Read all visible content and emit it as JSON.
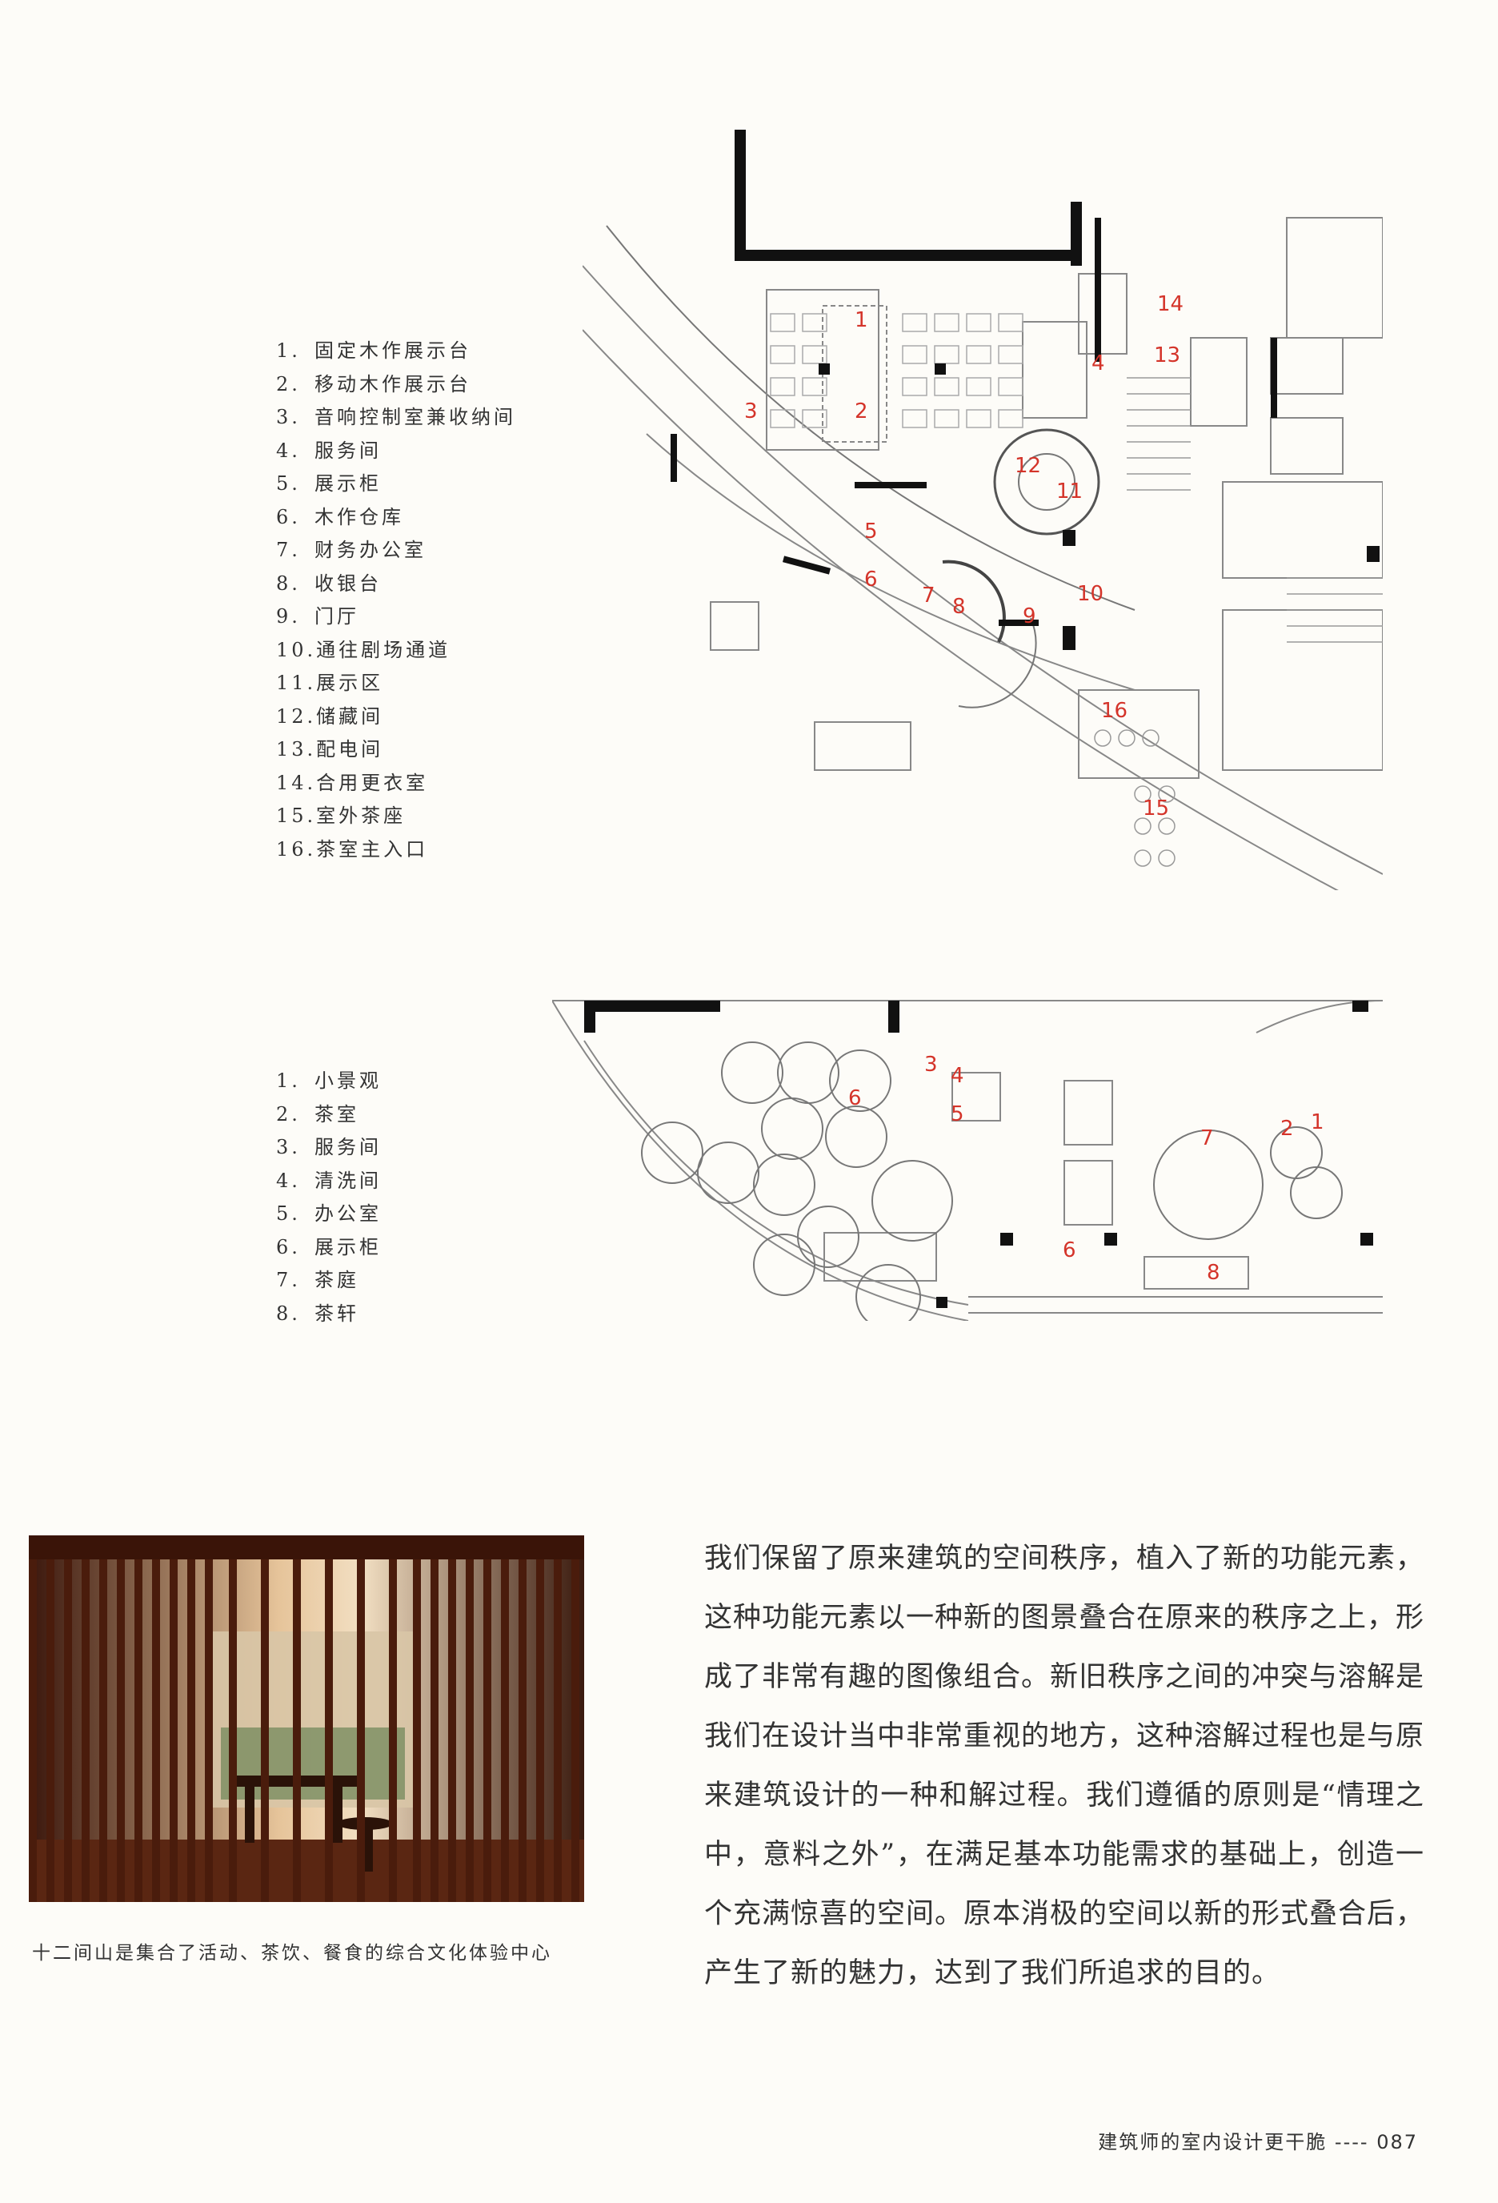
{
  "legend_upper": [
    {
      "num": "1.",
      "label": "固定木作展示台"
    },
    {
      "num": "2.",
      "label": "移动木作展示台"
    },
    {
      "num": "3.",
      "label": "音响控制室兼收纳间"
    },
    {
      "num": "4.",
      "label": "服务间"
    },
    {
      "num": "5.",
      "label": "展示柜"
    },
    {
      "num": "6.",
      "label": "木作仓库"
    },
    {
      "num": "7.",
      "label": "财务办公室"
    },
    {
      "num": "8.",
      "label": "收银台"
    },
    {
      "num": "9.",
      "label": "门厅"
    },
    {
      "num": "10.",
      "label": "通往剧场通道"
    },
    {
      "num": "11.",
      "label": "展示区"
    },
    {
      "num": "12.",
      "label": "储藏间"
    },
    {
      "num": "13.",
      "label": "配电间"
    },
    {
      "num": "14.",
      "label": "合用更衣室"
    },
    {
      "num": "15.",
      "label": "室外茶座"
    },
    {
      "num": "16.",
      "label": "茶室主入口"
    }
  ],
  "legend_lower": [
    {
      "num": "1.",
      "label": "小景观"
    },
    {
      "num": "2.",
      "label": "茶室"
    },
    {
      "num": "3.",
      "label": "服务间"
    },
    {
      "num": "4.",
      "label": "清洗间"
    },
    {
      "num": "5.",
      "label": "办公室"
    },
    {
      "num": "6.",
      "label": "展示柜"
    },
    {
      "num": "7.",
      "label": "茶庭"
    },
    {
      "num": "8.",
      "label": "茶轩"
    }
  ],
  "plan_upper_labels": [
    "1",
    "2",
    "3",
    "4",
    "5",
    "6",
    "7",
    "8",
    "9",
    "10",
    "11",
    "12",
    "13",
    "14",
    "15",
    "16"
  ],
  "plan_lower_labels": [
    "1",
    "2",
    "3",
    "4",
    "5",
    "6",
    "6",
    "7",
    "8"
  ],
  "caption": "十二间山是集合了活动、茶饮、餐食的综合文化体验中心",
  "body_text": "我们保留了原来建筑的空间秩序，植入了新的功能元素，这种功能元素以一种新的图景叠合在原来的秩序之上，形成了非常有趣的图像组合。新旧秩序之间的冲突与溶解是我们在设计当中非常重视的地方，这种溶解过程也是与原来建筑设计的一种和解过程。我们遵循的原则是“情理之中，意料之外”，在满足基本功能需求的基础上，创造一个充满惊喜的空间。原本消极的空间以新的形式叠合后，产生了新的魅力，达到了我们所追求的目的。",
  "footer": {
    "title": "建筑师的室内设计更干脆",
    "separator": "----",
    "page": "087"
  },
  "colors": {
    "label_red": "#d4342a",
    "wall": "#111111",
    "line": "#888888",
    "paper": "#fdfcf8"
  }
}
